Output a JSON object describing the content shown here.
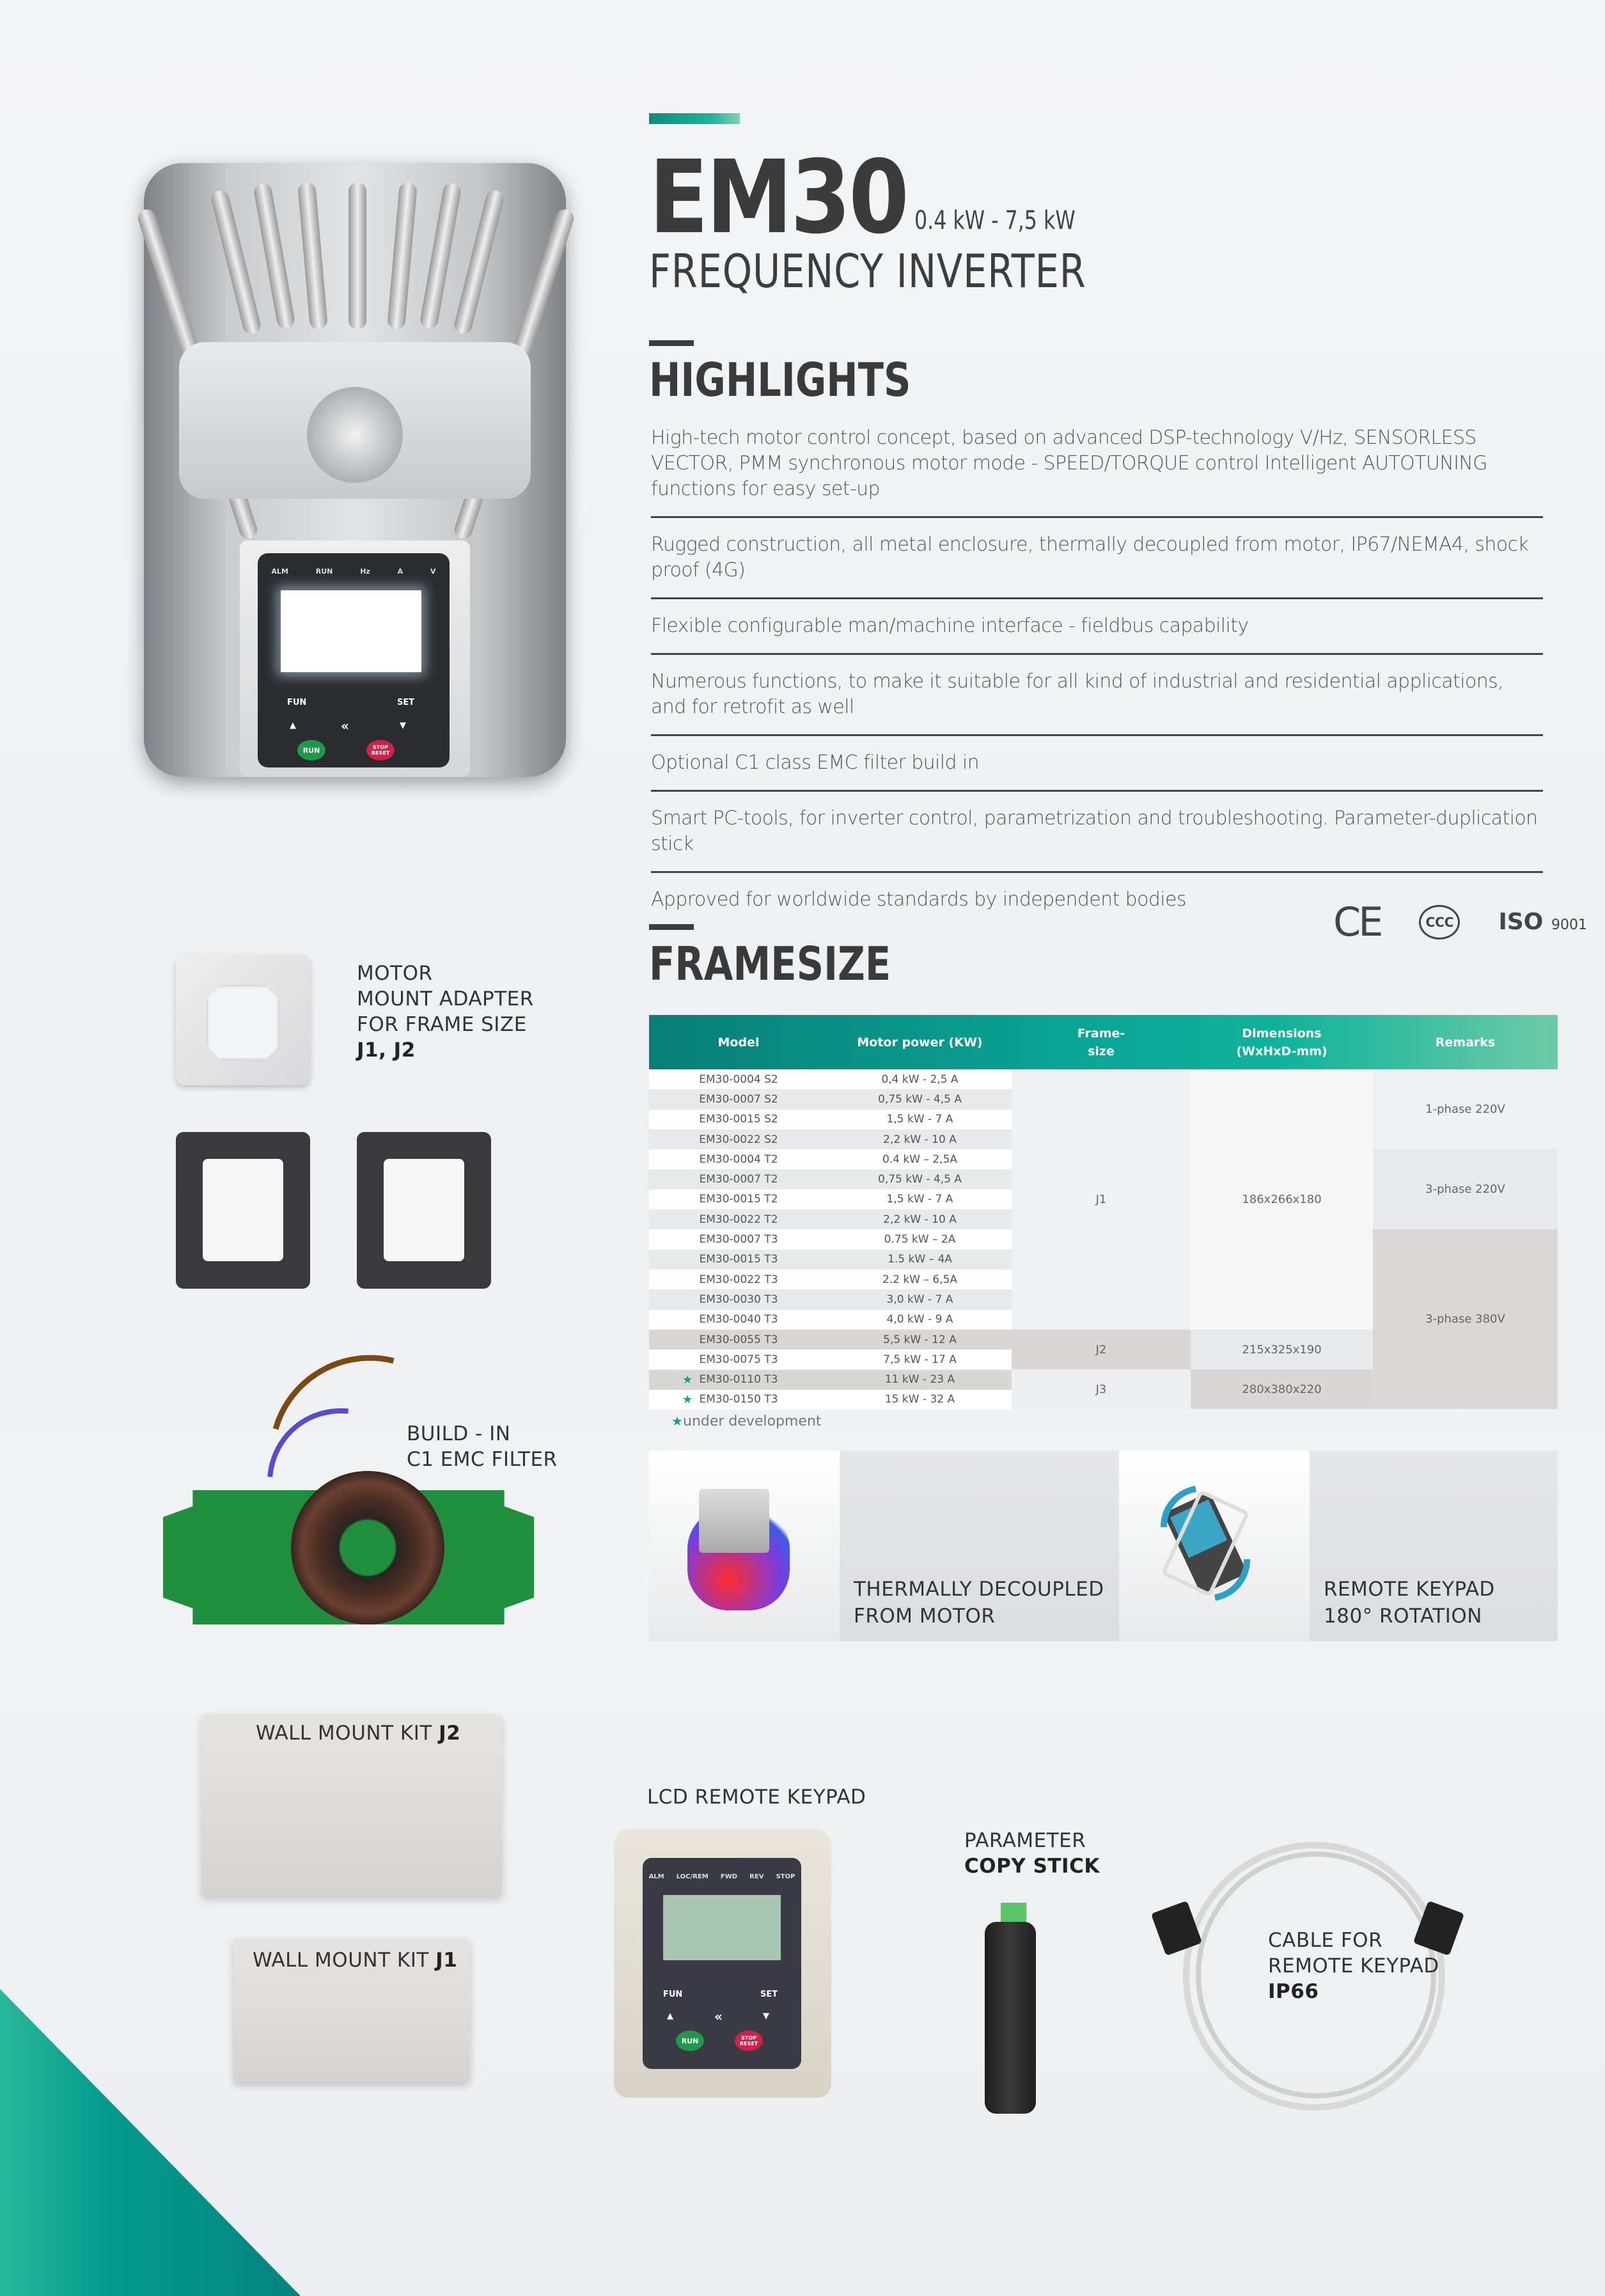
{
  "header": {
    "model": "EM30",
    "power_range": "0.4 kW - 7,5 kW",
    "subtitle": "FREQUENCY INVERTER"
  },
  "highlights": {
    "title": "HIGHLIGHTS",
    "items": [
      "High-tech motor control concept, based on advanced DSP-technology V/Hz, SENSORLESS VECTOR, PMM synchronous motor mode - SPEED/TORQUE control Intelligent AUTOTUNING functions for easy set-up",
      "Rugged construction, all metal enclosure, thermally decoupled from motor, IP67/NEMA4, shock proof (4G)",
      "Flexible configurable man/machine interface - fieldbus capability",
      "Numerous functions, to make it suitable for all kind of industrial and residential applications, and for retrofit as well",
      "Optional C1 class EMC filter build in",
      "Smart PC-tools, for inverter control, parametrization and troubleshooting. Parameter-duplication stick",
      "Approved for worldwide standards by independent bodies"
    ]
  },
  "certifications": {
    "ce": "CE",
    "ccc": "CCC",
    "iso": "ISO",
    "iso_number": "9001"
  },
  "framesize": {
    "title": "FRAMESIZE",
    "columns": [
      "Model",
      "Motor power (KW)",
      "Frame-\nsize",
      "Dimensions\n(WxHxD-mm)",
      "Remarks"
    ],
    "column_lines": {
      "frame_1": "Frame-",
      "frame_2": "size",
      "dim_1": "Dimensions",
      "dim_2": "(WxHxD-mm)"
    },
    "rows": [
      {
        "model": "EM30-0004 S2",
        "power": "0,4 kW - 2,5 A",
        "dev": false
      },
      {
        "model": "EM30-0007 S2",
        "power": "0,75 kW - 4,5 A",
        "dev": false
      },
      {
        "model": "EM30-0015 S2",
        "power": "1,5 kW - 7 A",
        "dev": false
      },
      {
        "model": "EM30-0022 S2",
        "power": "2,2 kW - 10 A",
        "dev": false
      },
      {
        "model": "EM30-0004 T2",
        "power": "0.4 kW – 2,5A",
        "dev": false
      },
      {
        "model": "EM30-0007 T2",
        "power": "0,75 kW - 4,5 A",
        "dev": false
      },
      {
        "model": "EM30-0015 T2",
        "power": "1,5 kW - 7 A",
        "dev": false
      },
      {
        "model": "EM30-0022 T2",
        "power": "2,2 kW - 10 A",
        "dev": false
      },
      {
        "model": "EM30-0007 T3",
        "power": "0.75 kW – 2A",
        "dev": false
      },
      {
        "model": "EM30-0015 T3",
        "power": "1.5 kW – 4A",
        "dev": false
      },
      {
        "model": "EM30-0022 T3",
        "power": "2.2 kW – 6,5A",
        "dev": false
      },
      {
        "model": "EM30-0030 T3",
        "power": "3,0 kW - 7 A",
        "dev": false
      },
      {
        "model": "EM30-0040 T3",
        "power": "4,0 kW - 9 A",
        "dev": false
      },
      {
        "model": "EM30-0055 T3",
        "power": "5,5 kW - 12 A",
        "dev": false
      },
      {
        "model": "EM30-0075 T3",
        "power": "7,5 kW - 17 A",
        "dev": false
      },
      {
        "model": "EM30-0110 T3",
        "power": "11 kW - 23 A",
        "dev": true
      },
      {
        "model": "EM30-0150 T3",
        "power": "15 kW - 32 A",
        "dev": true
      }
    ],
    "frames": [
      {
        "frame": "J1",
        "dimensions": "186x266x180"
      },
      {
        "frame": "J2",
        "dimensions": "215x325x190"
      },
      {
        "frame": "J3",
        "dimensions": "280x380x220"
      }
    ],
    "remarks": [
      "1-phase 220V",
      "3-phase 220V",
      "3-phase 380V"
    ],
    "footnote": "under development"
  },
  "features": [
    {
      "line1": "THERMALLY DECOUPLED",
      "line2": "FROM MOTOR"
    },
    {
      "line1": "REMOTE KEYPAD",
      "line2": "180° ROTATION"
    }
  ],
  "inverter_keypad": {
    "leds": [
      "ALM",
      "RUN",
      "Hz",
      "A",
      "V"
    ],
    "fun": "FUN",
    "set": "SET",
    "run": "RUN",
    "stop": "STOP",
    "reset": "RESET"
  },
  "accessories": {
    "motor_adapter": {
      "line1": "MOTOR",
      "line2": "MOUNT ADAPTER",
      "line3": "FOR FRAME SIZE",
      "bold": "J1, J2"
    },
    "emc_filter": {
      "line1": "BUILD - IN",
      "line2": "C1 EMC FILTER"
    },
    "wall_j2": {
      "text": "WALL MOUNT KIT",
      "bold": "J2"
    },
    "wall_j1": {
      "text": "WALL MOUNT KIT",
      "bold": "J1"
    },
    "lcd_keypad": {
      "label": "LCD REMOTE KEYPAD",
      "leds": [
        "ALM",
        "LOC/REM",
        "FWD",
        "REV",
        "STOP"
      ],
      "fun": "FUN",
      "set": "SET",
      "run": "RUN",
      "stop": "STOP",
      "reset": "RESET"
    },
    "copy_stick": {
      "line1": "PARAMETER",
      "bold": "COPY STICK"
    },
    "cable": {
      "line1": "CABLE FOR",
      "line2": "REMOTE KEYPAD",
      "bold": "IP66"
    }
  }
}
